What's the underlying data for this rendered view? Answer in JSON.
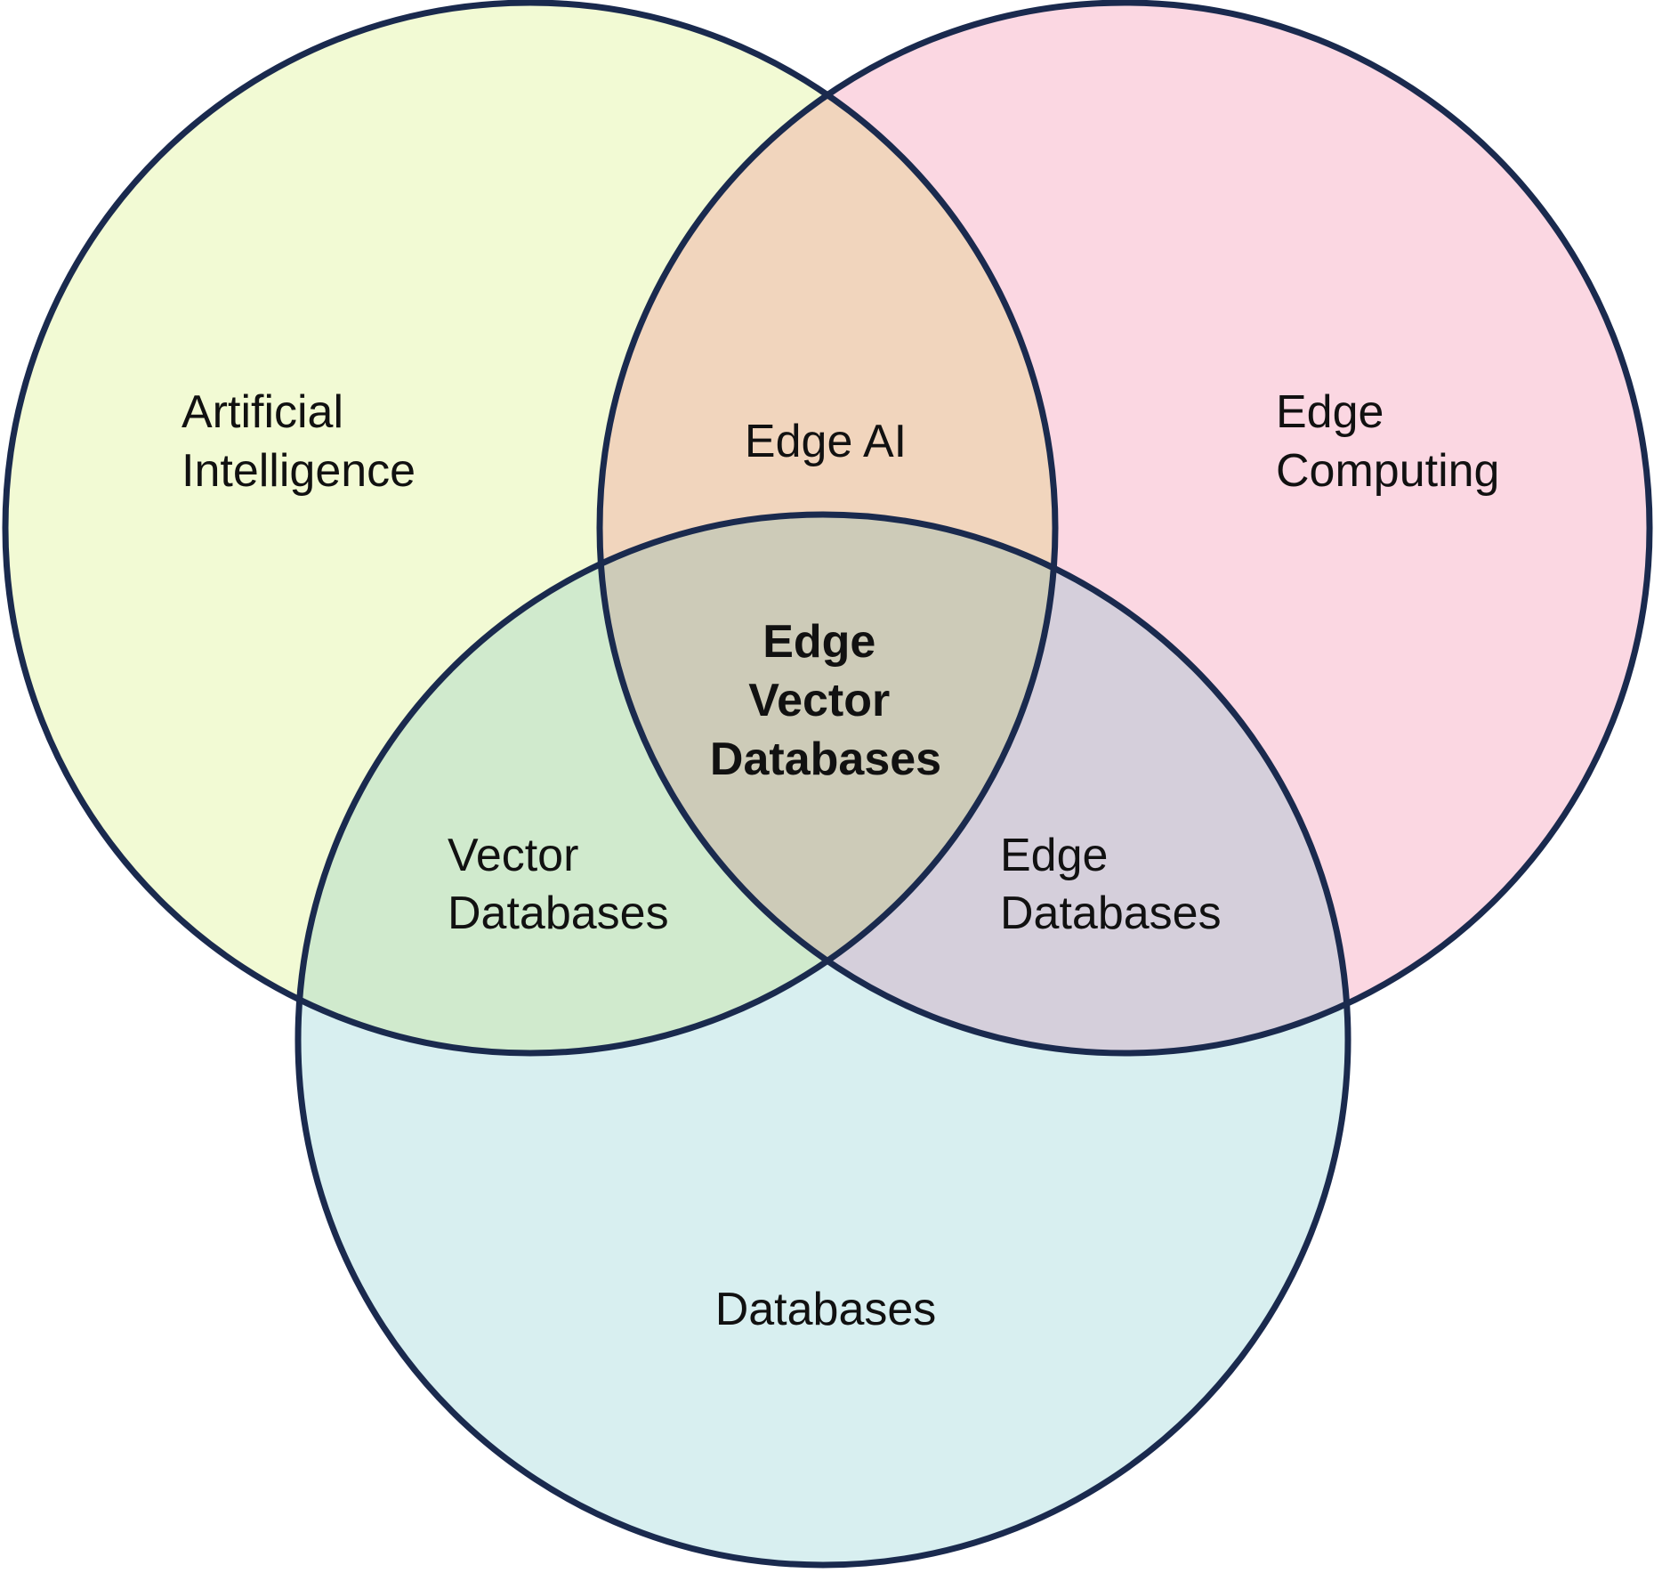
{
  "title": "Edge Vector Databases Venn diagram",
  "sets": {
    "ai": {
      "lines": [
        "Artificial",
        "Intelligence"
      ],
      "color": "#f2fad4"
    },
    "edge": {
      "lines": [
        "Edge",
        "Computing"
      ],
      "color": "#fbd7e2"
    },
    "db": {
      "lines": [
        "Databases"
      ],
      "color": "#d8eff0"
    }
  },
  "overlaps": {
    "ai_edge": {
      "lines": [
        "Edge AI"
      ],
      "color": "#f1d5bd"
    },
    "ai_db": {
      "lines": [
        "Vector",
        "Databases"
      ],
      "color": "#d0eacd"
    },
    "edge_db": {
      "lines": [
        "Edge",
        "Databases"
      ],
      "color": "#d5cfdb"
    },
    "center": {
      "lines": [
        "Edge",
        "Vector",
        "Databases"
      ],
      "color": "#cdcbb8"
    }
  },
  "outline_color": "#1a2a4e"
}
